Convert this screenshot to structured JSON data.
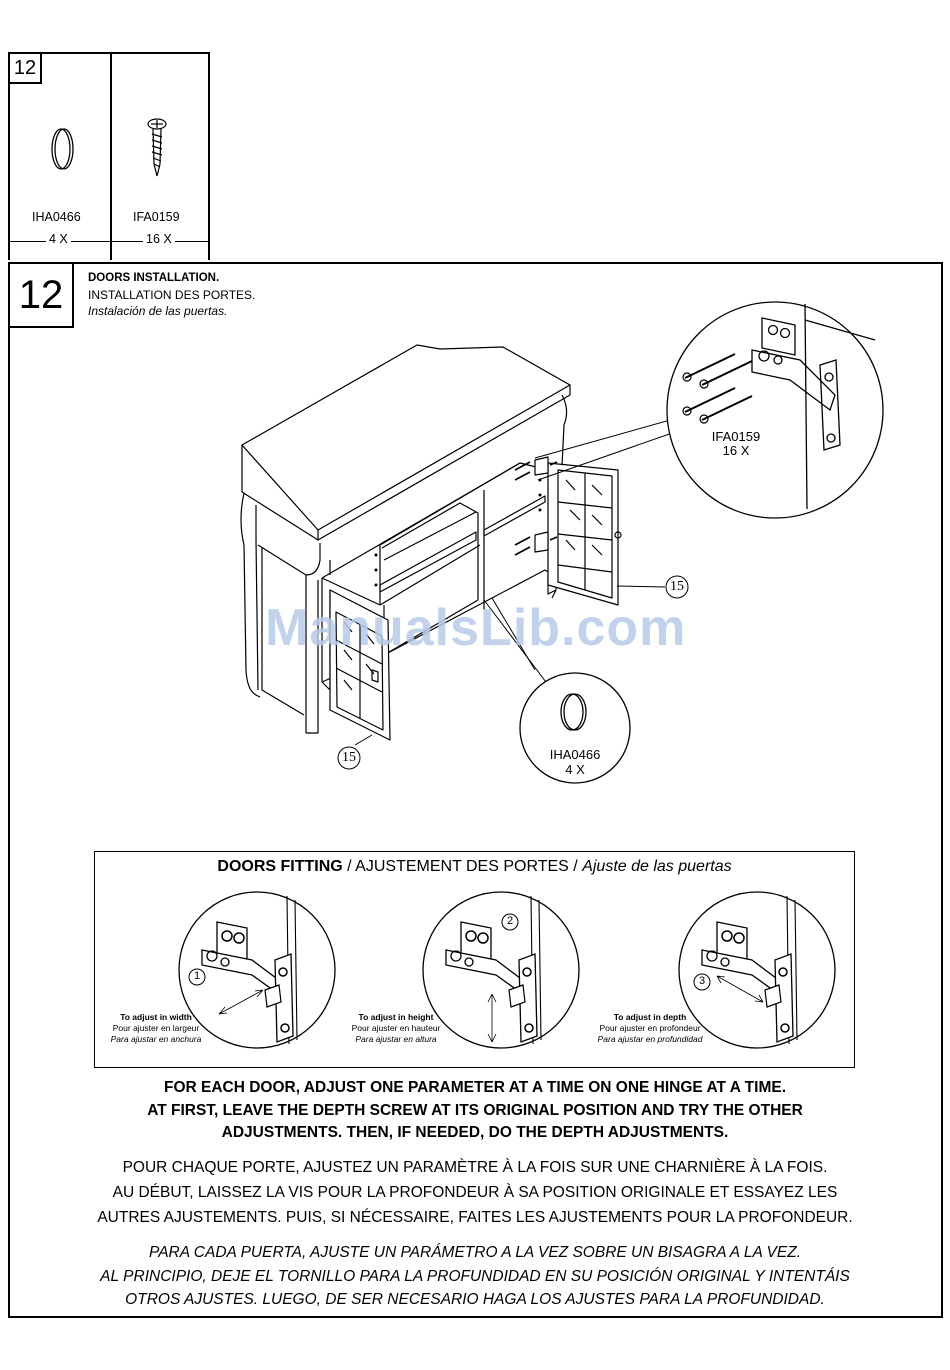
{
  "parts": {
    "step": "12",
    "items": [
      {
        "code": "IHA0466",
        "qty": "4 X",
        "icon": "cap-icon"
      },
      {
        "code": "IFA0159",
        "qty": "16 X",
        "icon": "screw-icon"
      }
    ]
  },
  "step": {
    "number": "12",
    "heading_en": "DOORS INSTALLATION.",
    "heading_fr": "INSTALLATION DES PORTES.",
    "heading_es": "Instalación de las puertas."
  },
  "callouts": {
    "screw_code": "IFA0159",
    "screw_qty": "16 X",
    "cap_code": "IHA0466",
    "cap_qty": "4 X",
    "door_label_left": "15",
    "door_label_right": "15"
  },
  "watermark": "ManualsLib.com",
  "fitting": {
    "title_en": "DOORS FITTING",
    "title_fr": "AJUSTEMENT DES PORTES",
    "title_es": "Ajuste de las puertas",
    "separator": " / ",
    "panels": [
      {
        "num": "1",
        "en": "To adjust in width",
        "fr": "Pour ajuster en largeur",
        "es": "Para ajustar en anchura"
      },
      {
        "num": "2",
        "en": "To adjust in height",
        "fr": "Pour ajuster en hauteur",
        "es": "Para ajustar en altura"
      },
      {
        "num": "3",
        "en": "To adjust in depth",
        "fr": "Pour ajuster en profondeur",
        "es": "Para ajustar en profundidad"
      }
    ]
  },
  "instructions": {
    "en": [
      "FOR EACH DOOR, ADJUST ONE PARAMETER AT A TIME ON ONE HINGE AT A TIME.",
      "AT FIRST, LEAVE THE DEPTH SCREW AT ITS ORIGINAL POSITION AND TRY THE OTHER",
      "ADJUSTMENTS. THEN, IF NEEDED, DO THE DEPTH ADJUSTMENTS."
    ],
    "fr": [
      "POUR CHAQUE PORTE, AJUSTEZ UN PARAMÈTRE À LA FOIS SUR UNE CHARNIÈRE À LA FOIS.",
      "AU DÉBUT, LAISSEZ LA VIS POUR LA PROFONDEUR À SA POSITION ORIGINALE ET ESSAYEZ LES",
      "AUTRES AJUSTEMENTS. PUIS, SI NÉCESSAIRE, FAITES LES AJUSTEMENTS POUR LA PROFONDEUR."
    ],
    "es": [
      "PARA CADA PUERTA, AJUSTE UN PARÁMETRO A LA VEZ SOBRE UN BISAGRA A LA VEZ.",
      "AL PRINCIPIO, DEJE EL TORNILLO PARA LA PROFUNDIDAD EN SU POSICIÓN ORIGINAL Y INTENTÁIS",
      "OTROS AJUSTES. LUEGO, DE SER NECESARIO HAGA LOS AJUSTES PARA LA PROFUNDIDAD."
    ]
  }
}
